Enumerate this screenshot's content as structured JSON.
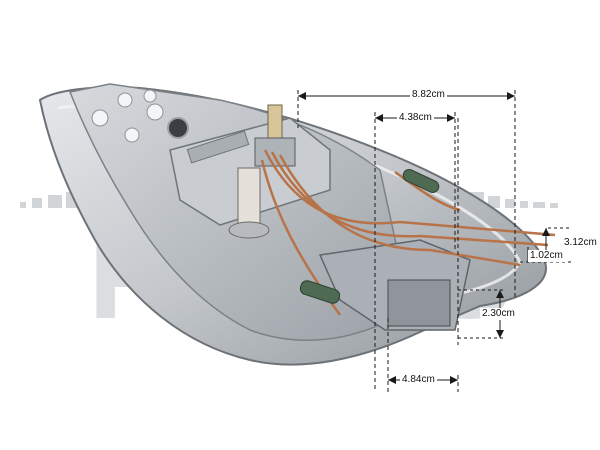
{
  "watermark": {
    "text": "PARTS"
  },
  "dimensions": {
    "total_length": "8.82cm",
    "inner_length": "4.38cm",
    "pin_span": "3.12cm",
    "pin_gap": "1.02cm",
    "bracket_height": "2.30cm",
    "bracket_width": "4.84cm"
  },
  "colors": {
    "accent": "#1a1a1a",
    "watermark": "#c8ccd0",
    "metal": "#b9bec3",
    "copper": "#b87349"
  }
}
